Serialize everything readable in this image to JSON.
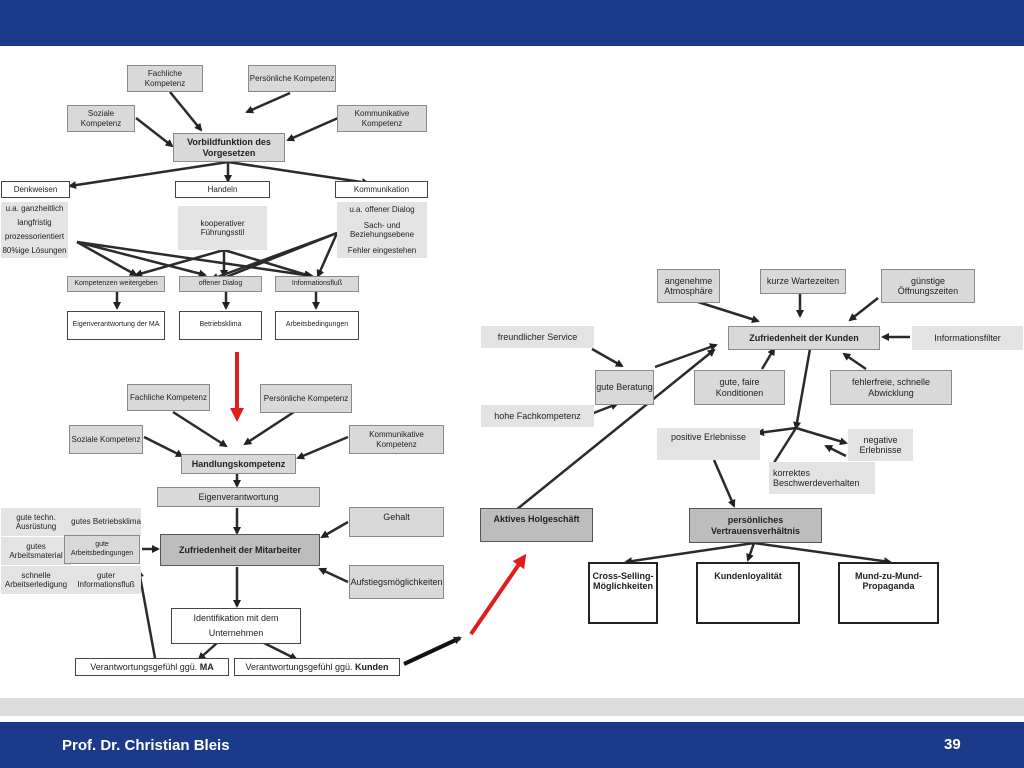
{
  "footer": {
    "author": "Prof. Dr. Christian Bleis",
    "page_number": "39"
  },
  "top_diagram": {
    "fachliche_kompetenz": "Fachliche Kompetenz",
    "persoenliche_kompetenz": "Persönliche Kompetenz",
    "soziale_kompetenz": "Soziale Kompetenz",
    "kommunikative_kompetenz": "Kommunikative Kompetenz",
    "vorbildfunktion": "Vorbildfunktion des Vorgesetzen",
    "denkweisen": "Denkweisen",
    "handeln": "Handeln",
    "kommunikation": "Kommunikation",
    "denkweisen_items": [
      "u.a. ganzheitlich",
      "langfristig",
      "prozessorientiert",
      "80%ige Lösungen"
    ],
    "handeln_item": "kooperativer Führungsstil",
    "kommunikation_items": [
      "u.a. offener Dialog",
      "Sach- und Beziehungsebene",
      "Fehler eingestehen"
    ],
    "kompetenzen_weitergeben": "Kompetenzen weitergeben",
    "offener_dialog": "offener Dialog",
    "informationsfluss": "Informationsfluß",
    "eigenverantwortung_ma": "Eigenverantwortung der MA",
    "betriebsklima": "Betriebsklima",
    "arbeitsbedingungen": "Arbeitsbedingungen"
  },
  "bottom_diagram": {
    "fachliche_kompetenz": "Fachliche Kompetenz",
    "persoenliche_kompetenz": "Persönliche Kompetenz",
    "soziale_kompetenz": "Soziale Kompetenz",
    "kommunikative_kompetenz": "Kommunikative Kompetenz",
    "handlungskompetenz": "Handlungskompetenz",
    "eigenverantwortung": "Eigenverantwortung",
    "left_items": [
      "gute techn. Ausrüstung",
      "gutes Betriebsklima",
      "gutes Arbeitsmaterial",
      "gute Arbeitsbedingungen",
      "schnelle Arbeitserledigung",
      "guter Informationsfluß"
    ],
    "zufriedenheit_mitarbeiter": "Zufriedenheit der Mitarbeiter",
    "gehalt": "Gehalt",
    "aufstiegsmoeglichkeiten": "Aufstiegsmöglichkeiten",
    "identifikation": "Identifikation mit dem Unternehmen",
    "verantwortung_ma_prefix": "Verantwortungsgefühl ggü. ",
    "verantwortung_ma_bold": "MA",
    "verantwortung_kunden_prefix": "Verantwortungsgefühl ggü. ",
    "verantwortung_kunden_bold": "Kunden"
  },
  "right_diagram": {
    "angenehme_atmosphaere": "angenehme Atmosphäre",
    "kurze_wartezeiten": "kurze Wartezeiten",
    "guenstige_oeffnungszeiten": "günstige Öffnungszeiten",
    "freundlicher_service": "freundlicher Service",
    "zufriedenheit_kunden": "Zufriedenheit der Kunden",
    "informationsfilter": "Informationsfilter",
    "gute_beratung": "gute Beratung",
    "gute_konditionen": "gute, faire Konditionen",
    "fehlerfreie_abwicklung": "fehlerfreie, schnelle Abwicklung",
    "hohe_fachkompetenz": "hohe Fachkompetenz",
    "positive_erlebnisse": "positive Erlebnisse",
    "negative_erlebnisse": "negative Erlebnisse",
    "korrektes_beschwerdeverhalten": "korrektes Beschwerdeverhalten",
    "aktives_holgeschaeft": "Aktives Holgeschäft",
    "persoenliches_vertrauensverhaeltnis": "persönliches Vertrauensverhältnis",
    "cross_selling": "Cross-Selling-Möglichkeiten",
    "kundenloyalitaet": "Kundenloyalität",
    "mund_zu_mund": "Mund-zu-Mund-Propaganda"
  },
  "colors": {
    "banner": "#1b3b8a",
    "red_arrow": "#e31b1b",
    "box_grey": "#d9d9d9",
    "box_dark": "#bdbdbd"
  }
}
